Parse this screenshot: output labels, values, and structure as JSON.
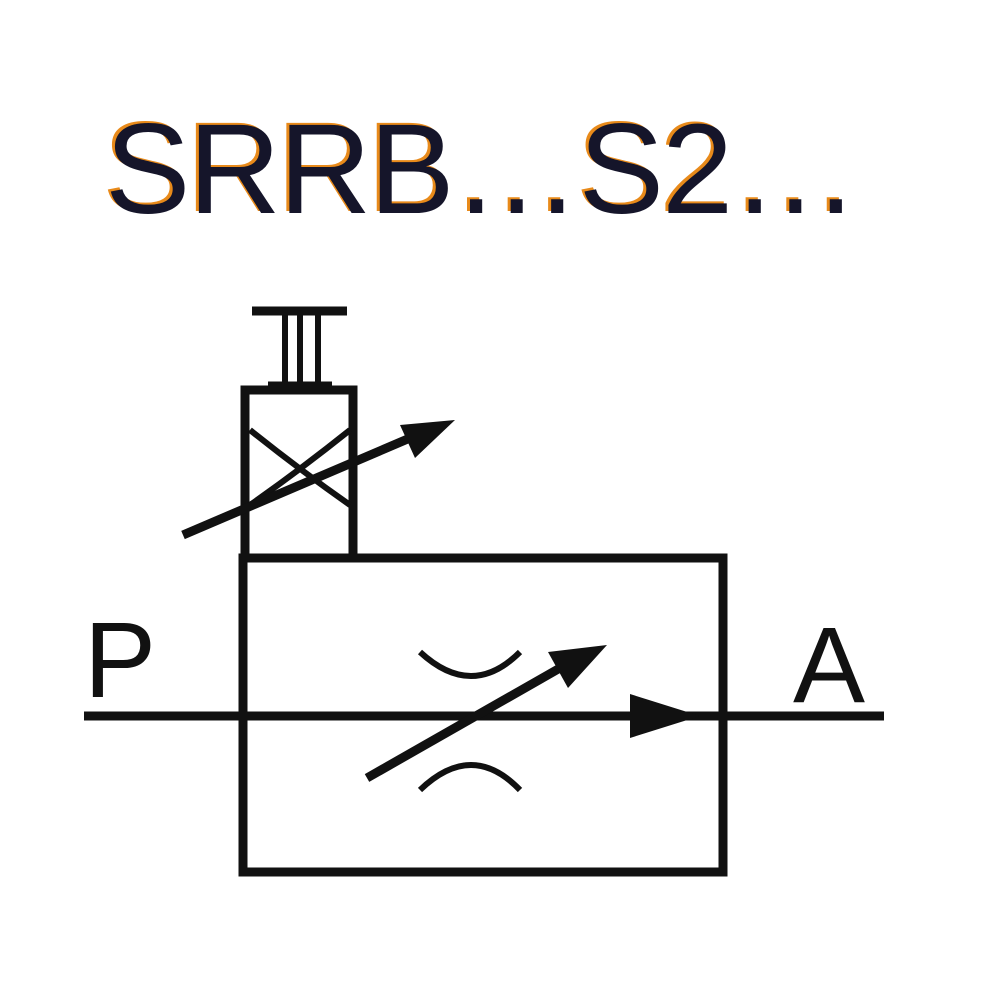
{
  "diagram": {
    "title": "SRRB…S2…",
    "ports": {
      "inlet": "P",
      "outlet": "A"
    },
    "colors": {
      "line": "#111111",
      "title_text": "#15152a",
      "title_fringe": "#e88a1a",
      "background": "#ffffff"
    }
  }
}
